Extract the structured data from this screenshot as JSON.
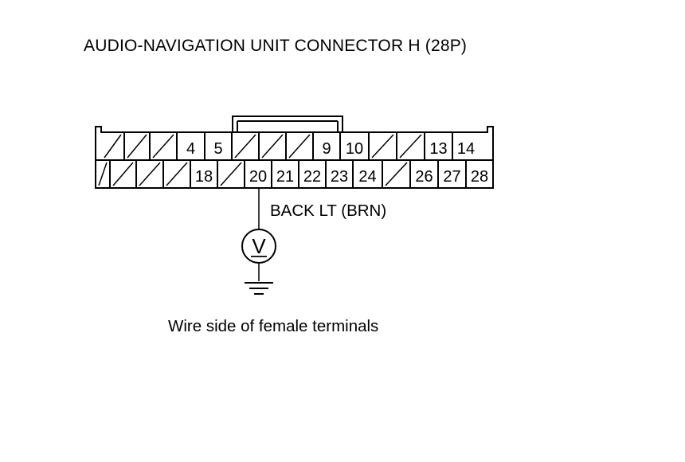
{
  "title": "AUDIO-NAVIGATION UNIT CONNECTOR H (28P)",
  "caption": "Wire side of female terminals",
  "connector": {
    "top_row": [
      "",
      "",
      "",
      "4",
      "5",
      "",
      "",
      "",
      "9",
      "10",
      "",
      "",
      "13",
      "14"
    ],
    "bottom_row": [
      "",
      "",
      "",
      "",
      "18",
      "",
      "20",
      "21",
      "22",
      "23",
      "24",
      "",
      "26",
      "27",
      "28"
    ],
    "probe_terminal": "20"
  },
  "wire_label": "BACK LT (BRN)",
  "meter_symbol": "V",
  "icons": {
    "meter": "voltmeter-icon",
    "ground": "ground-icon"
  }
}
